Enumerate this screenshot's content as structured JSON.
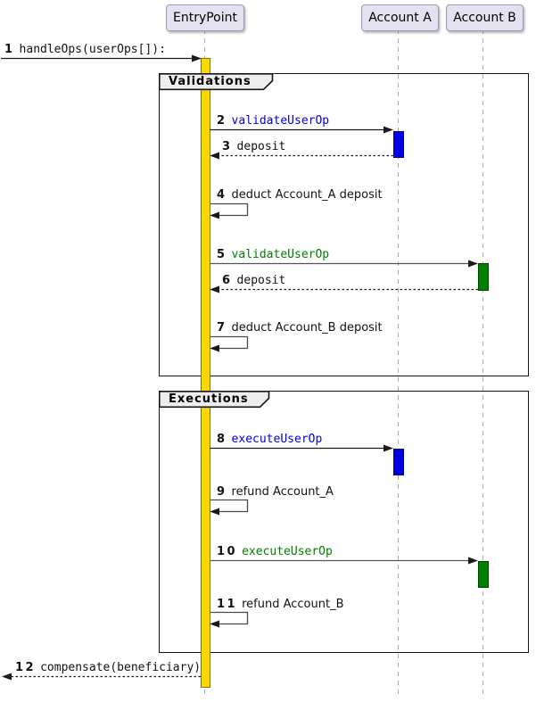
{
  "diagram": {
    "type": "sequence-diagram",
    "participants": [
      {
        "name": "EntryPoint"
      },
      {
        "name": "Account A"
      },
      {
        "name": "Account B"
      }
    ],
    "frames": [
      {
        "label": "Validations",
        "contains_messages": [
          2,
          3,
          4,
          5,
          6,
          7
        ]
      },
      {
        "label": "Executions",
        "contains_messages": [
          8,
          9,
          10,
          11
        ]
      }
    ],
    "messages": [
      {
        "num": "1",
        "text": "handleOps(userOps[]):",
        "font": "mono",
        "color": "black",
        "kind": "solid",
        "from": "outside",
        "to": "EntryPoint"
      },
      {
        "num": "2",
        "text": "validateUserOp",
        "font": "mono",
        "color": "blue",
        "kind": "solid",
        "from": "EntryPoint",
        "to": "Account A"
      },
      {
        "num": "3",
        "text": "deposit",
        "font": "mono",
        "color": "black",
        "kind": "dotted-return",
        "from": "Account A",
        "to": "EntryPoint"
      },
      {
        "num": "4",
        "text": "deduct Account_A deposit",
        "font": "sans",
        "color": "black",
        "kind": "self",
        "from": "EntryPoint",
        "to": "EntryPoint"
      },
      {
        "num": "5",
        "text": "validateUserOp",
        "font": "mono",
        "color": "green",
        "kind": "solid",
        "from": "EntryPoint",
        "to": "Account B"
      },
      {
        "num": "6",
        "text": "deposit",
        "font": "mono",
        "color": "black",
        "kind": "dotted-return",
        "from": "Account B",
        "to": "EntryPoint"
      },
      {
        "num": "7",
        "text": "deduct Account_B deposit",
        "font": "sans",
        "color": "black",
        "kind": "self",
        "from": "EntryPoint",
        "to": "EntryPoint"
      },
      {
        "num": "8",
        "text": "executeUserOp",
        "font": "mono",
        "color": "blue",
        "kind": "solid",
        "from": "EntryPoint",
        "to": "Account A"
      },
      {
        "num": "9",
        "text": "refund Account_A",
        "font": "sans",
        "color": "black",
        "kind": "self",
        "from": "EntryPoint",
        "to": "EntryPoint"
      },
      {
        "num": "10",
        "text": "executeUserOp",
        "font": "mono",
        "color": "green",
        "kind": "solid",
        "from": "EntryPoint",
        "to": "Account B"
      },
      {
        "num": "11",
        "text": "refund Account_B",
        "font": "sans",
        "color": "black",
        "kind": "self",
        "from": "EntryPoint",
        "to": "EntryPoint"
      },
      {
        "num": "12",
        "text": "compensate(beneficiary)",
        "font": "mono",
        "color": "black",
        "kind": "dotted-return",
        "from": "EntryPoint",
        "to": "outside"
      }
    ],
    "colors": {
      "participant_fill": "#E2E2F0",
      "participant_border": "#9A9AB5",
      "lifeline": "#ABABAB",
      "frame_border": "#141414",
      "frame_label_fill": "#EEEEEE",
      "entrypoint_activation_fill": "#FFD700",
      "entrypoint_activation_border": "#8B7300",
      "account_a_activation_fill": "#0000E0",
      "account_a_activation_border": "#00008B",
      "account_b_activation_fill": "#008000",
      "account_b_activation_border": "#004000",
      "message_text_blue": "#0000E0",
      "message_text_green": "#008000",
      "arrow": "#1B1B1B"
    }
  }
}
